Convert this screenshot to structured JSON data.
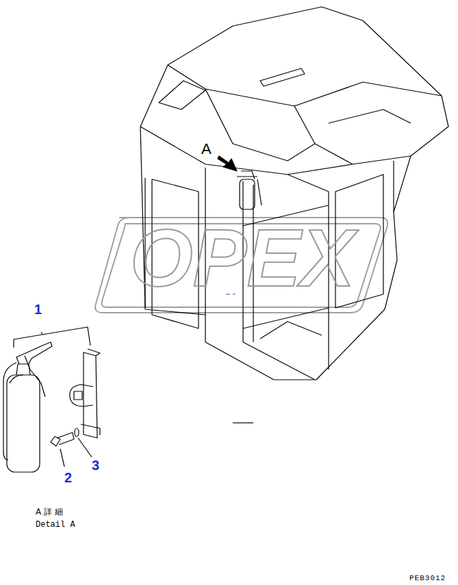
{
  "diagram": {
    "labels": [
      "A",
      "OPEX",
      "1",
      "2",
      "3",
      "A 詳 細",
      "Detail A",
      "PEB3012"
    ]
  }
}
